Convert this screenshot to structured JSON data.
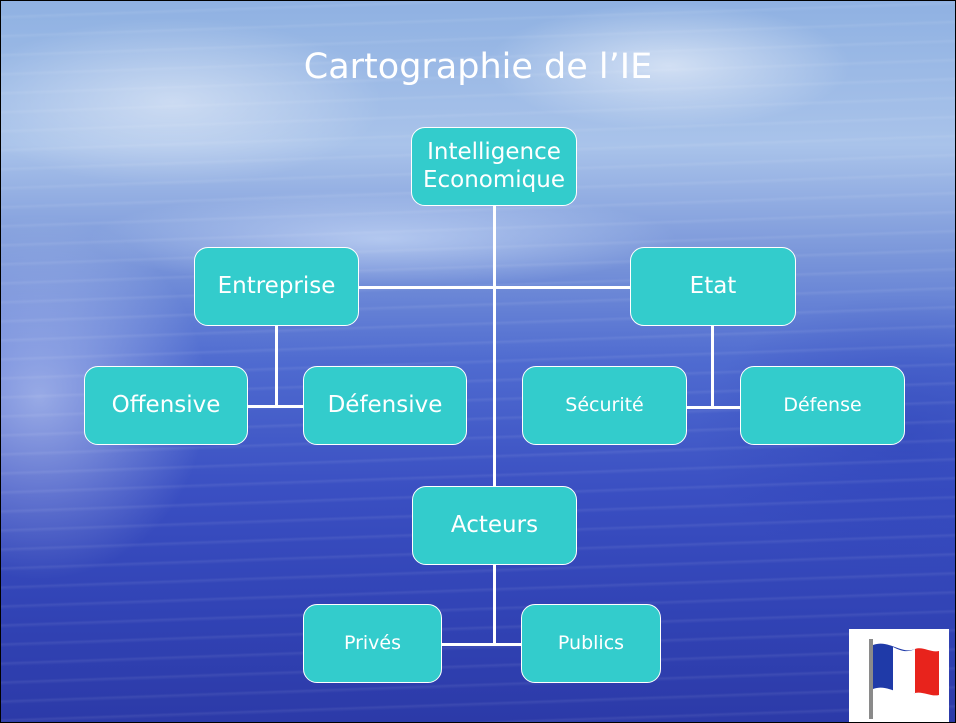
{
  "slide": {
    "title": "Cartographie de l’IE"
  },
  "diagram": {
    "root": "Intelligence Economique",
    "root_line1": "Intelligence",
    "root_line2": "Economique",
    "entreprise": "Entreprise",
    "etat": "Etat",
    "offensive": "Offensive",
    "defensive": "Défensive",
    "securite": "Sécurité",
    "defense": "Défense",
    "acteurs": "Acteurs",
    "prives": "Privés",
    "publics": "Publics"
  },
  "colors": {
    "node_fill": "#33cccc",
    "node_border": "#ffffff",
    "connector": "#ffffff",
    "flag_blue": "#1f3aa8",
    "flag_red": "#e8231c"
  },
  "icons": {
    "logo": "french-flag-icon"
  }
}
